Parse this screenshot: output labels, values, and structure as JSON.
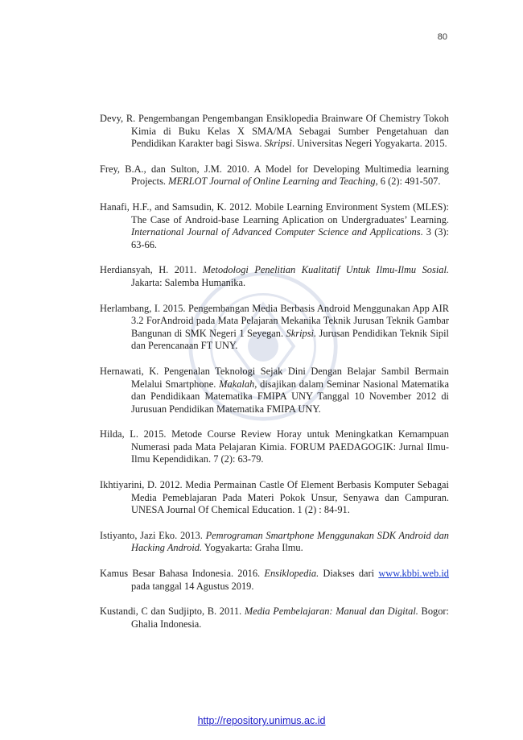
{
  "page_number": "80",
  "references": [
    {
      "pre": "Devy, R. Pengembangan Pengembangan Ensiklopedia Brainware Of Chemistry Tokoh Kimia di Buku Kelas X SMA/MA Sebagai Sumber Pengetahuan dan Pendidikan Karakter bagi Siswa. ",
      "italic": "Skripsi",
      "post": ". Universitas Negeri Yogyakarta. 2015."
    },
    {
      "pre": "Frey, B.A., dan Sulton, J.M. 2010. A Model for Developing Multimedia learning Projects. ",
      "italic": "MERLOT Journal of Online Learning and Teaching,",
      "post": " 6 (2): 491-507."
    },
    {
      "pre": "Hanafi, H.F., and Samsudin, K. 2012. Mobile Learning Environment System (MLES): The Case  of Android-base Learning Aplication on Undergraduates’ Learning. ",
      "italic": "International Journal of Advanced Computer Science and Applications",
      "post": ". 3 (3): 63-66."
    },
    {
      "pre": "Herdiansyah, H. 2011. ",
      "italic": "Metodologi Penelitian Kualitatif Untuk Ilmu-Ilmu Sosial.",
      "post": " Jakarta: Salemba Humanika."
    },
    {
      "pre": "Herlambang, I. 2015. Pengembangan Media Berbasis Android Menggunakan App AIR 3.2 ForAndroid pada Mata Pelajaran Mekanika Teknik Jurusan Teknik Gambar Bangunan di SMK Negeri 1 Seyegan. ",
      "italic": "Skripsi.",
      "post": " Jurusan Pendidikan Teknik Sipil dan Perencanaan FT UNY."
    },
    {
      "pre": "Hernawati, K. Pengenalan Teknologi Sejak Dini Dengan Belajar Sambil  Bermain Melalui Smartphone. ",
      "italic": "Makalah,",
      "post": " disajikan dalam Seminar Nasional Matematika dan Pendidikaan Matematika FMIPA UNY Tanggal 10 November 2012 di Jurusuan Pendidikan Matematika FMIPA UNY."
    },
    {
      "pre": "Hilda, L. 2015. Metode Course Review Horay untuk Meningkatkan Kemampuan Numerasi pada Mata Pelajaran Kimia. FORUM PAEDAGOGIK: Jurnal Ilmu-Ilmu Kependidikan. 7 (2): 63-79.",
      "italic": "",
      "post": ""
    },
    {
      "pre": "Ikhtiyarini, D. 2012. Media Permainan Castle Of Element Berbasis Komputer Sebagai Media Pemeblajaran Pada Materi Pokok Unsur, Senyawa dan Campuran. UNESA Journal Of Chemical Education. 1 (2) : 84-91.",
      "italic": "",
      "post": ""
    },
    {
      "pre": "Istiyanto, Jazi Eko. 2013. ",
      "italic": "Pemrograman Smartphone Menggunakan SDK Android dan Hacking Android.",
      "post": " Yogyakarta: Graha Ilmu."
    },
    {
      "pre": "Kamus Besar Bahasa Indonesia. 2016. ",
      "italic": "Ensiklopedia.",
      "post": " Diakses dari ",
      "link": "www.kbbi.web.id",
      "post2": " pada tanggal 14 Agustus 2019."
    },
    {
      "pre": "Kustandi, C dan Sudjipto, B. 2011. ",
      "italic": "Media Pembelajaran: Manual dan Digital.",
      "post": " Bogor: Ghalia Indonesia."
    }
  ],
  "footer_link": "http://repository.unimus.ac.id",
  "colors": {
    "link": "#1a3ccc",
    "footer_link": "#1c1cc8",
    "watermark": "#1f3c88"
  }
}
